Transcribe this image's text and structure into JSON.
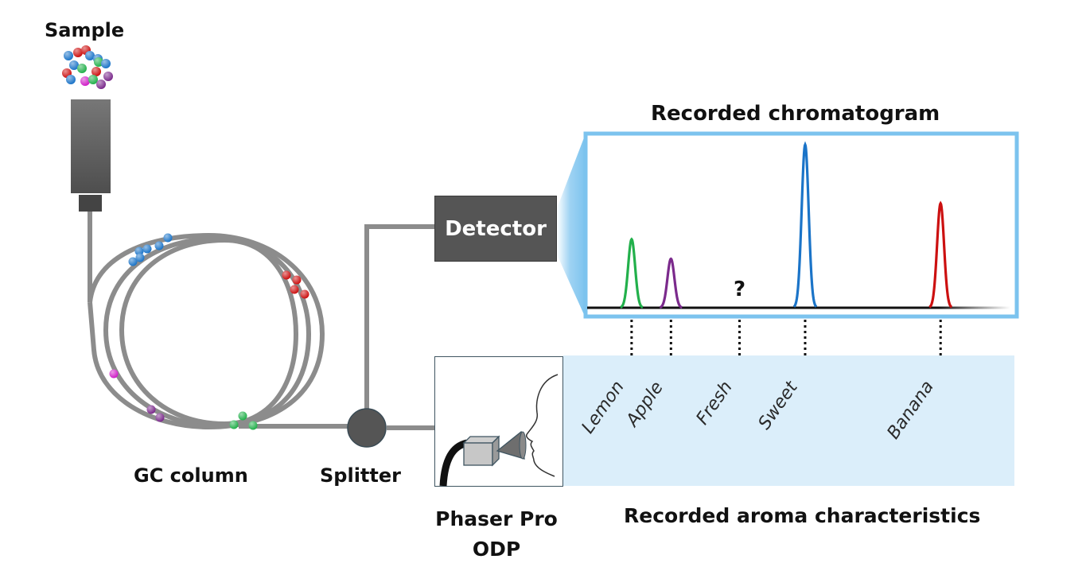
{
  "labels": {
    "sample": "Sample",
    "gc_column": "GC column",
    "splitter": "Splitter",
    "detector": "Detector",
    "chromatogram_title": "Recorded chromatogram",
    "odp_line1": "Phaser Pro",
    "odp_line2": "ODP",
    "aroma_title": "Recorded aroma characteristics",
    "unknown_marker": "?"
  },
  "colors": {
    "green": "#22b04b",
    "purple": "#7b2a8c",
    "blue": "#1b74c8",
    "red": "#cc1010",
    "magenta": "#d020c8",
    "column_gray": "#8c8c8c",
    "frame_blue": "#7cc3ee",
    "band_blue": "#dbeefa"
  },
  "chart_data": {
    "type": "line",
    "title": "Recorded chromatogram",
    "xlabel": "",
    "ylabel": "",
    "grid": false,
    "xlim": [
      0,
      100
    ],
    "ylim": [
      0,
      100
    ],
    "peaks": [
      {
        "name": "Lemon",
        "x": 10.5,
        "height": 42,
        "color": "#22b04b"
      },
      {
        "name": "Apple",
        "x": 19.8,
        "height": 30,
        "color": "#7b2a8c"
      },
      {
        "name": "Fresh",
        "x": 36.0,
        "height": 0,
        "color": "#111111",
        "marker": "?"
      },
      {
        "name": "Sweet",
        "x": 51.5,
        "height": 100,
        "color": "#1b74c8"
      },
      {
        "name": "Banana",
        "x": 83.5,
        "height": 64,
        "color": "#cc1010"
      }
    ]
  },
  "aromas": [
    "Lemon",
    "Apple",
    "Fresh",
    "Sweet",
    "Banana"
  ]
}
